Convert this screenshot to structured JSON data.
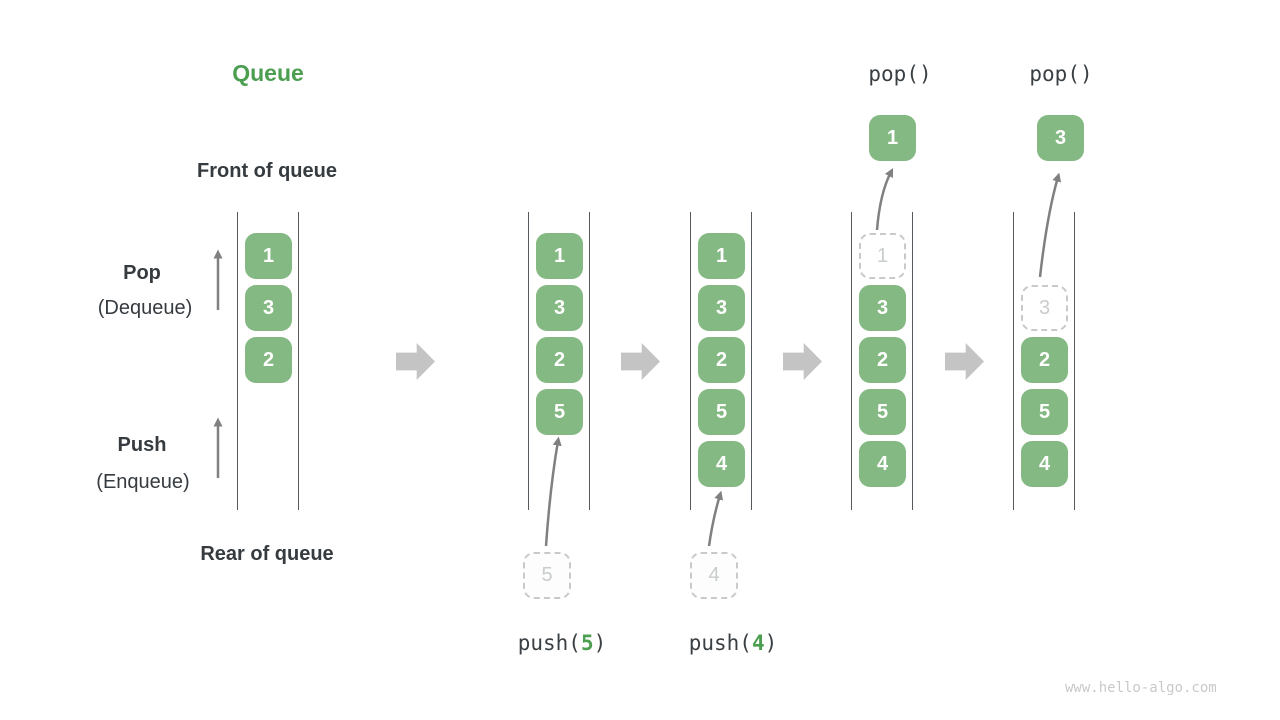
{
  "title": "Queue",
  "side_labels": {
    "front": "Front of queue",
    "rear": "Rear of queue",
    "pop": "Pop",
    "pop_sub": "(Dequeue)",
    "push": "Push",
    "push_sub": "(Enqueue)"
  },
  "columns": [
    {
      "slots": [
        "1",
        "3",
        "2"
      ]
    },
    {
      "slots": [
        "1",
        "3",
        "2",
        "5"
      ]
    },
    {
      "slots": [
        "1",
        "3",
        "2",
        "5",
        "4"
      ]
    },
    {
      "ghost": "1",
      "slots": [
        "3",
        "2",
        "5",
        "4"
      ]
    },
    {
      "ghost": "3",
      "slots": [
        "2",
        "5",
        "4"
      ]
    }
  ],
  "push_ops": [
    {
      "prefix": "push(",
      "arg": "5",
      "suffix": ")",
      "pending": "5"
    },
    {
      "prefix": "push(",
      "arg": "4",
      "suffix": ")",
      "pending": "4"
    }
  ],
  "pop_ops": [
    {
      "label": "pop()",
      "result": "1"
    },
    {
      "label": "pop()",
      "result": "3"
    }
  ],
  "watermark": "www.hello-algo.com",
  "colors": {
    "box_green": "#85b983",
    "accent_green": "#4c9e50",
    "block_arrow_gray": "#c4c4c4",
    "line_gray": "#808080",
    "text_dark": "#363b40",
    "ghost_gray": "#c9c9c9"
  }
}
